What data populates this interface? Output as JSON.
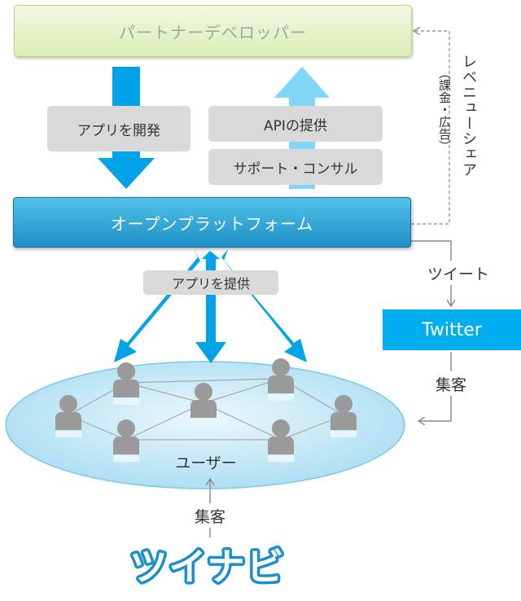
{
  "boxes": {
    "partner": "パートナーデベロッパー",
    "platform": "オープンプラットフォーム",
    "twitter": "Twitter"
  },
  "labels": {
    "develop_apps": "アプリを開発",
    "api": "APIの提供",
    "support": "サポート・コンサル",
    "provide_apps": "アプリを提供",
    "tweet": "ツイート",
    "attract_twitter": "集客",
    "users": "ユーザー",
    "attract_bottom": "集客"
  },
  "revenue": {
    "main": "レベニューシェア",
    "sub": "（課金・広告）"
  },
  "logo": {
    "text": "ツイナビ"
  },
  "colors": {
    "arrow_blue": "#00a3e8",
    "arrow_light": "#7fd6f7",
    "platform": "#2ba4d8",
    "twitter": "#00aeef",
    "ellipse": "#bfe6f6"
  }
}
